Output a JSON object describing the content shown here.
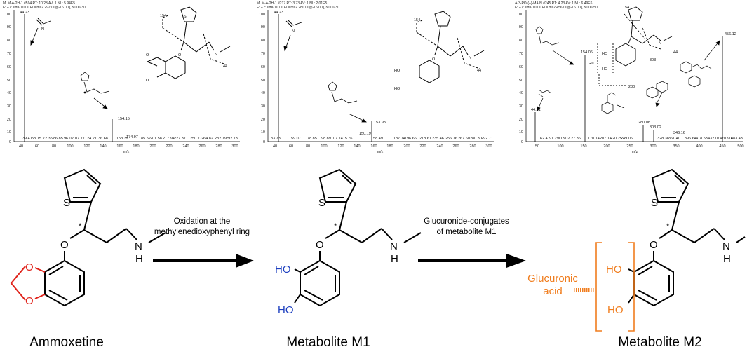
{
  "colors": {
    "red": "#e0231b",
    "blue": "#1d3fbf",
    "orange": "#f07d1e",
    "black": "#000000"
  },
  "spectra": [
    {
      "header1": "MLM-A-2H-1 #594  RT: 10.23  AV: 1  NL: 5.94E5",
      "header2": "F: + c sid=-10.00  Full ms2 292.00@-16.00 [ 30.00-30",
      "yticks": [
        "100",
        "90",
        "80",
        "70",
        "60",
        "50",
        "40",
        "30",
        "20",
        "10",
        "0"
      ],
      "xticks": [
        "40",
        "60",
        "80",
        "100",
        "120",
        "140",
        "160",
        "180",
        "200",
        "220",
        "240",
        "260",
        "280",
        "300"
      ],
      "xlabel": "m/z",
      "peak_labels": [
        "44.23",
        "154.15",
        "39.41",
        "58.15",
        "72.35",
        "86.85",
        "96.02",
        "107.77",
        "124.21",
        "136.68",
        "153.39",
        "174.97",
        "185.52",
        "201.58",
        "217.94",
        "227.37",
        "250.77",
        "264.82",
        "282.79",
        "292.73"
      ],
      "frag_label": "154",
      "frag_label2": "44"
    },
    {
      "header1": "MLM-A-2H-1 #217  RT: 3.73  AV: 1  NL: 2.01E5",
      "header2": "F: + c sid=-10.00  Full ms2 280.00@-16.00 [ 30.00-30",
      "yticks": [
        "100",
        "90",
        "80",
        "70",
        "60",
        "50",
        "40",
        "30",
        "20",
        "10",
        "0"
      ],
      "xticks": [
        "40",
        "60",
        "80",
        "100",
        "120",
        "140",
        "160",
        "180",
        "200",
        "220",
        "240",
        "260",
        "280",
        "300"
      ],
      "xlabel": "m/z",
      "peak_labels": [
        "44.23",
        "153.98",
        "33.73",
        "59.07",
        "78.85",
        "98.89",
        "107.74",
        "115.76",
        "150.19",
        "158.49",
        "187.74",
        "196.66",
        "218.61",
        "235.46",
        "256.76",
        "267.60",
        "280.30",
        "292.71"
      ],
      "frag_label": "154",
      "frag_label2": "44"
    },
    {
      "header1": "A-3-PO-(+)-MAIN #245  RT: 4.23  AV: 1  NL: 6.49E6",
      "header2": "F: + c sid=-10.00  Full ms2 456.00@-16.00 [ 30.00-50",
      "yticks": [
        "100",
        "90",
        "80",
        "70",
        "60",
        "50",
        "40",
        "30",
        "20",
        "10",
        "0"
      ],
      "xticks": [
        "50",
        "100",
        "150",
        "200",
        "250",
        "300",
        "350",
        "400",
        "450",
        "500"
      ],
      "xlabel": "m/z",
      "peak_labels": [
        "456.12",
        "154.06",
        "44.21",
        "280.08",
        "303.02",
        "346.16",
        "62.41",
        "91.29",
        "113.02",
        "127.36",
        "170.14",
        "207.14",
        "220.25",
        "249.06",
        "328.38",
        "361.40",
        "396.64",
        "418.53",
        "432.07",
        "470.90",
        "483.43"
      ],
      "frag_labels": [
        "154",
        "303",
        "44",
        "280"
      ],
      "glu": "Glu"
    }
  ],
  "chemistry": {
    "s": "S",
    "star": "*",
    "n": "N",
    "h": "H",
    "o": "O",
    "ho": "HO",
    "glucuronic_line1": "Glucuronic",
    "glucuronic_line2": "acid"
  },
  "steps": [
    {
      "line1": "Oxidation at the",
      "line2": "methylenedioxyphenyl ring"
    },
    {
      "line1": "Glucuronide-conjugates",
      "line2": "of metabolite M1"
    }
  ],
  "compounds": [
    "Ammoxetine",
    "Metabolite M1",
    "Metabolite M2"
  ]
}
